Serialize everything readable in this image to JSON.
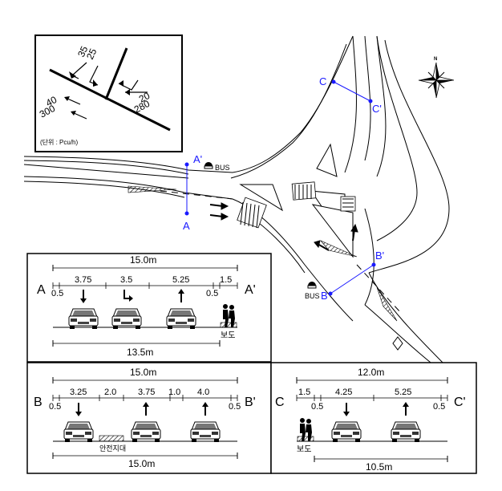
{
  "volume_panel": {
    "left_labels": [
      "35",
      "25"
    ],
    "right_labels": [
      "20",
      "280"
    ],
    "lower_labels": [
      "40",
      "300"
    ],
    "unit": "(단위 : Pcu/h)"
  },
  "compass": {
    "north": "N"
  },
  "sections": {
    "A": "A",
    "A_prime": "A'",
    "B": "B",
    "B_prime": "B'",
    "C": "C",
    "C_prime": "C'"
  },
  "bus_labels": [
    "BUS",
    "BUS"
  ],
  "section_A": {
    "total": "15.0m",
    "dims": [
      "3.75",
      "3.5",
      "5.25",
      "1.5"
    ],
    "edge_left": "0.5",
    "edge_right": "0.5",
    "sidewalk": "보도",
    "bottom": "13.5m"
  },
  "section_B": {
    "total": "15.0m",
    "dims": [
      "3.25",
      "2.0",
      "3.75",
      "1.0",
      "4.0"
    ],
    "edge_left": "0.5",
    "edge_right": "0.5",
    "median": "안전지대",
    "bottom": "15.0m"
  },
  "section_C": {
    "total": "12.0m",
    "dims": [
      "1.5",
      "4.25",
      "5.25"
    ],
    "edge_left": "0.5",
    "edge_right": "0.5",
    "sidewalk": "보도",
    "bottom": "10.5m"
  }
}
